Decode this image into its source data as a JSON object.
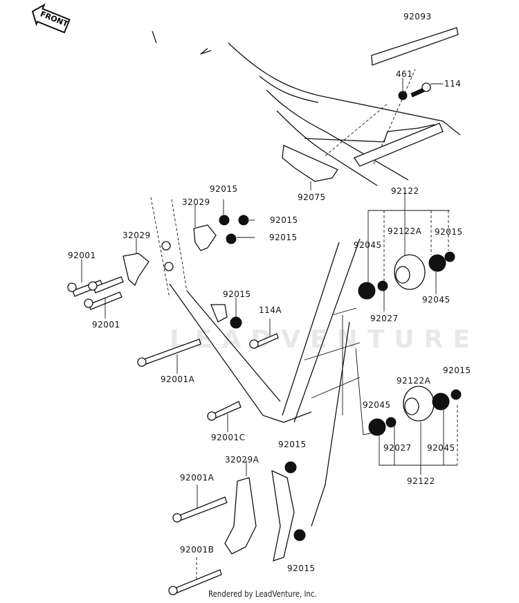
{
  "diagram": {
    "front_indicator": "FRONT",
    "watermark": "LEADVENTURE",
    "footer": "Rendered by LeadVenture, Inc.",
    "labels": [
      {
        "id": "lbl-92093",
        "text": "92093"
      },
      {
        "id": "lbl-461",
        "text": "461"
      },
      {
        "id": "lbl-114",
        "text": "114"
      },
      {
        "id": "lbl-92075",
        "text": "92075"
      },
      {
        "id": "lbl-92122-top",
        "text": "92122"
      },
      {
        "id": "lbl-92015-a",
        "text": "92015"
      },
      {
        "id": "lbl-32029-a",
        "text": "32029"
      },
      {
        "id": "lbl-92015-b",
        "text": "92015"
      },
      {
        "id": "lbl-92015-c",
        "text": "92015"
      },
      {
        "id": "lbl-32029-b",
        "text": "32029"
      },
      {
        "id": "lbl-92001-a",
        "text": "92001"
      },
      {
        "id": "lbl-92001-b",
        "text": "92001"
      },
      {
        "id": "lbl-92045-a",
        "text": "92045"
      },
      {
        "id": "lbl-92122A-a",
        "text": "92122A"
      },
      {
        "id": "lbl-92015-d",
        "text": "92015"
      },
      {
        "id": "lbl-92045-b",
        "text": "92045"
      },
      {
        "id": "lbl-92027-a",
        "text": "92027"
      },
      {
        "id": "lbl-92015-e",
        "text": "92015"
      },
      {
        "id": "lbl-114A",
        "text": "114A"
      },
      {
        "id": "lbl-92001A-a",
        "text": "92001A"
      },
      {
        "id": "lbl-92001C",
        "text": "92001C"
      },
      {
        "id": "lbl-92015-f",
        "text": "92015"
      },
      {
        "id": "lbl-92122A-b",
        "text": "92122A"
      },
      {
        "id": "lbl-92045-c",
        "text": "92045"
      },
      {
        "id": "lbl-92027-b",
        "text": "92027"
      },
      {
        "id": "lbl-92045-d",
        "text": "92045"
      },
      {
        "id": "lbl-92122-bottom",
        "text": "92122"
      },
      {
        "id": "lbl-92015-g",
        "text": "92015"
      },
      {
        "id": "lbl-32029A",
        "text": "32029A"
      },
      {
        "id": "lbl-92001A-b",
        "text": "92001A"
      },
      {
        "id": "lbl-92001B",
        "text": "92001B"
      },
      {
        "id": "lbl-92015-h",
        "text": "92015"
      }
    ]
  }
}
